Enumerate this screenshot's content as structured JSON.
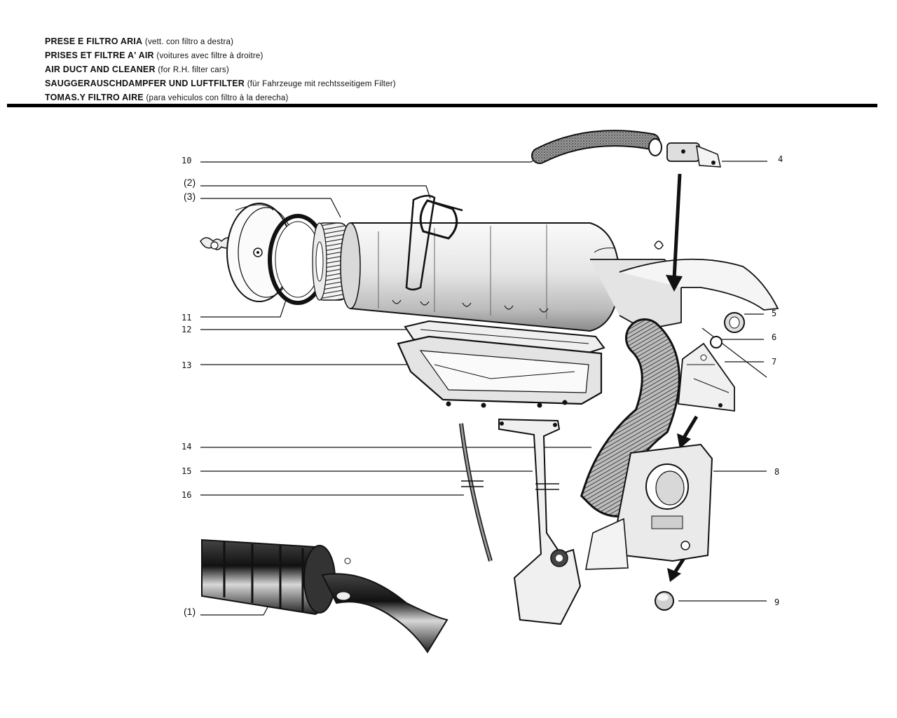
{
  "header": {
    "lines": [
      {
        "title": "PRESE E FILTRO ARIA",
        "sub": "(vett. con filtro a destra)"
      },
      {
        "title": "PRISES ET FILTRE A' AIR",
        "sub": "(voitures avec filtre à droitre)"
      },
      {
        "title": "AIR DUCT AND CLEANER",
        "sub": "(for R.H. filter cars)"
      },
      {
        "title": "SAUGGERAUSCHDAMPFER UND LUFTFILTER",
        "sub": "(für Fahrzeuge mit rechtsseitigem Filter)"
      },
      {
        "title": "TOMAS.Y FILTRO AIRE",
        "sub": "(para vehiculos con filtro à la derecha)"
      }
    ]
  },
  "callouts": {
    "c1": "(1)",
    "c2": "(2)",
    "c3": "(3)",
    "c4": "4",
    "c5": "5",
    "c6": "6",
    "c7": "7",
    "c8": "8",
    "c9": "9",
    "c10": "10",
    "c11": "11",
    "c12": "12",
    "c13": "13",
    "c14": "14",
    "c15": "15",
    "c16": "16"
  },
  "parts_depicted": [
    "air-filter-housing",
    "wing-nut",
    "filter-cover",
    "gasket",
    "filter-element",
    "mounting-strap",
    "rubber-hose",
    "intake-fitting",
    "corrugated-duct",
    "duct-flange",
    "grommet",
    "bracket",
    "tray",
    "support-stand",
    "drain-tube",
    "tube-clip",
    "inset-filter-tube"
  ]
}
